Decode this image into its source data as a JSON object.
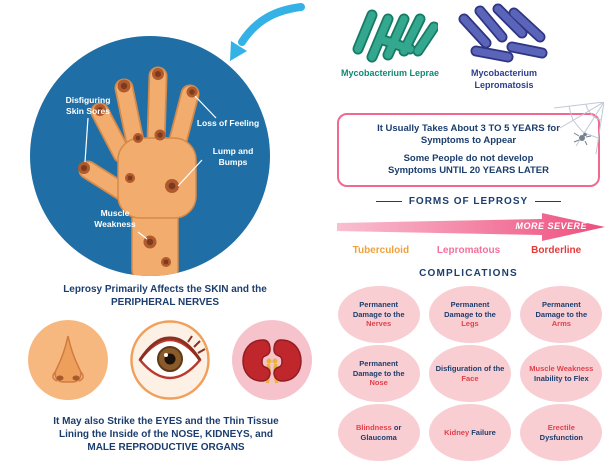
{
  "colors": {
    "navy_text": "#1c3e6e",
    "circle_blue": "#1f6fa6",
    "arrow_cyan": "#35b2e5",
    "pink_border": "#f2688f",
    "accent_red": "#e2404a",
    "teal_bacteria": "#34a78f",
    "blue_bacteria": "#5a64b8",
    "tuberculoid_orange": "#f0a13c",
    "lepromatous_pink": "#f2729a",
    "borderline_red": "#e23b3b",
    "complication_circle": "#f9ced3",
    "skin": "#f2ad6e"
  },
  "hand_section": {
    "labels": [
      "Disfiguring Skin Sores",
      "Loss of Feeling",
      "Lump and Bumps",
      "Muscle Weakness"
    ],
    "caption": "Leprosy Primarily Affects the SKIN and the PERIPHERAL NERVES"
  },
  "organs_section": {
    "icons": [
      "nose",
      "eye",
      "kidneys"
    ],
    "caption": "It May also Strike the EYES and the Thin Tissue Lining the Inside of the NOSE, KIDNEYS, and MALE REPRODUCTIVE ORGANS"
  },
  "bacteria": [
    {
      "name": "Mycobacterium Leprae"
    },
    {
      "name": "Mycobacterium Lepromatosis"
    }
  ],
  "symptoms_box": {
    "line1": "It Usually Takes About 3 TO 5 YEARS for Symptoms to Appear",
    "line2": "Some People do not develop Symptoms UNTIL 20 YEARS LATER"
  },
  "forms": {
    "title": "FORMS OF LEPROSY",
    "arrow_label": "MORE SEVERE",
    "items": [
      "Tuberculoid",
      "Lepromatous",
      "Borderline"
    ]
  },
  "complications": {
    "title": "COMPLICATIONS",
    "items": [
      {
        "pre": "Permanent Damage to the ",
        "accent": "Nerves",
        "post": ""
      },
      {
        "pre": "Permanent Damage to the ",
        "accent": "Legs",
        "post": ""
      },
      {
        "pre": "Permanent Damage to the ",
        "accent": "Arms",
        "post": ""
      },
      {
        "pre": "Permanent Damage to the ",
        "accent": "Nose",
        "post": ""
      },
      {
        "pre": "Disfiguration of the ",
        "accent": "Face",
        "post": ""
      },
      {
        "pre": "",
        "accent": "Muscle Weakness",
        "post": " Inability to Flex"
      },
      {
        "pre": "",
        "accent": "Blindness",
        "post": " or Glaucoma"
      },
      {
        "pre": "",
        "accent": "Kidney",
        "post": " Failure"
      },
      {
        "pre": "",
        "accent": "Erectile",
        "post": " Dysfunction"
      }
    ]
  }
}
